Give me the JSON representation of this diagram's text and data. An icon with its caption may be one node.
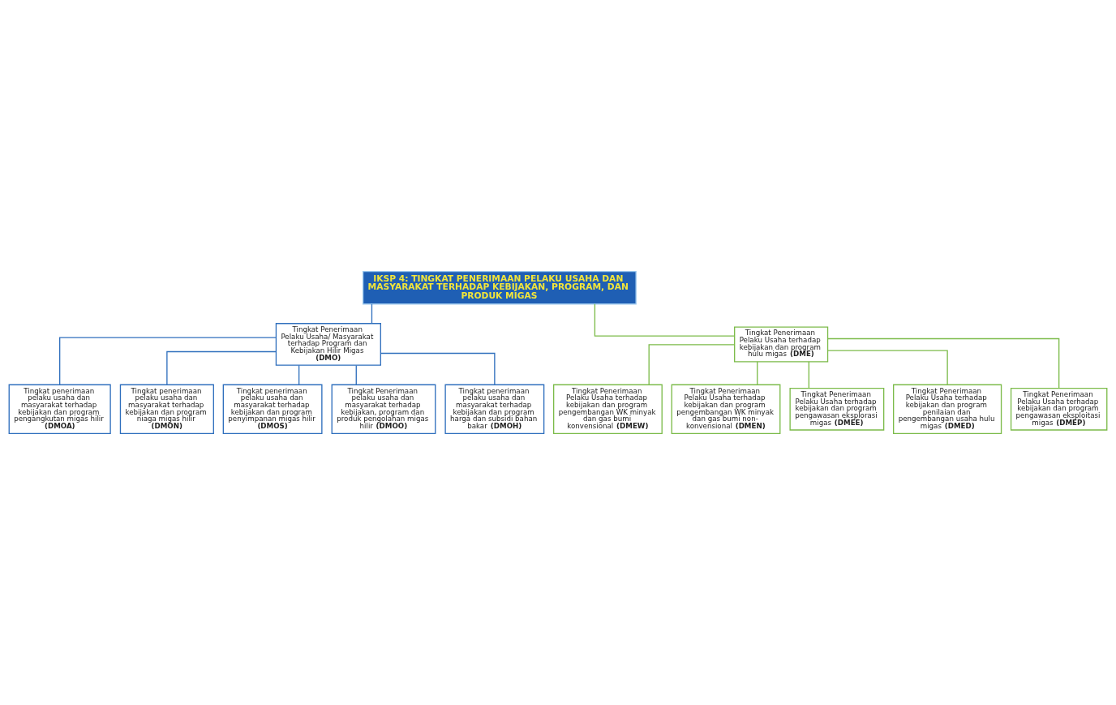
{
  "diagram": {
    "nodes": [
      {
        "text": [
          "IKSP 4: TINGKAT PENERIMAAN PELAKU USAHA DAN MASYARAKAT TERHADAP KEBIJAKAN, PROGRAM, DAN PRODUK MIGAS"
        ]
      },
      {
        "text": [
          "Tingkat Penerimaan Pelaku Usaha/ Masyarakat terhadap Program dan Kebijakan Hilir Migas **(DMO)**"
        ]
      },
      {
        "text": [
          "Tingkat Penerimaan Pelaku Usaha terhadap kebijakan dan program hulu migas **(DME)**"
        ]
      },
      {
        "text": [
          "Tingkat penerimaan pelaku usaha dan masyarakat terhadap kebijakan dan program pengangkutan migas hilir **(DMOA)**"
        ]
      },
      {
        "text": [
          "Tingkat penerimaan pelaku usaha dan masyarakat terhadap kebijakan dan program niaga migas hilir **(DMON)**"
        ]
      },
      {
        "text": [
          "Tingkat penerimaan pelaku usaha dan masyarakat terhadap kebijakan dan program penyimpanan migas hilir **(DMOS)**"
        ]
      },
      {
        "text": [
          "Tingkat Penerimaan pelaku usaha dan masyarakat terhadap kebijakan, program dan produk pengolahan migas hilir **(DMOO)**"
        ]
      },
      {
        "text": [
          "Tingkat penerimaan pelaku usaha dan masyarakat terhadap kebijakan dan program harga dan subsidi bahan bakar **(DMOH)**"
        ]
      },
      {
        "text": [
          "Tingkat Penerimaan Pelaku Usaha terhadap kebijakan dan program pengembangan WK minyak dan gas bumi konvensional **(DMEW)**"
        ]
      },
      {
        "text": [
          "Tingkat Penerimaan Pelaku Usaha terhadap kebijakan dan program pengembangan WK minyak dan gas bumi non-konvensional **(DMEN)**"
        ]
      },
      {
        "text": [
          "Tingkat Penerimaan Pelaku Usaha terhadap kebijakan dan program pengawasan eksplorasi migas **(DMEE)**"
        ]
      },
      {
        "text": [
          "Tingkat Penerimaan Pelaku Usaha terhadap kebijakan dan program penilaian dan pengembangan usaha hulu migas **(DMED)**"
        ]
      },
      {
        "text": [
          "Tingkat Penerimaan Pelaku Usaha terhadap kebijakan dan program pengawasan eksploitasi migas **(DMEP)**"
        ]
      }
    ],
    "edges": [
      {
        "from": 0,
        "to": 1,
        "arrow": "none",
        "color": "#2f6fbd"
      },
      {
        "from": 0,
        "to": 2,
        "arrow": "none",
        "color": "#7cbb4a"
      },
      {
        "from": 1,
        "to": 3,
        "arrow": "none",
        "color": "#2f6fbd"
      },
      {
        "from": 1,
        "to": 4,
        "arrow": "none",
        "color": "#2f6fbd"
      },
      {
        "from": 1,
        "to": 5,
        "arrow": "none",
        "color": "#2f6fbd"
      },
      {
        "from": 1,
        "to": 6,
        "arrow": "none",
        "color": "#2f6fbd"
      },
      {
        "from": 1,
        "to": 7,
        "arrow": "none",
        "color": "#2f6fbd"
      },
      {
        "from": 2,
        "to": 8,
        "arrow": "none",
        "color": "#7cbb4a"
      },
      {
        "from": 2,
        "to": 9,
        "arrow": "none",
        "color": "#7cbb4a"
      },
      {
        "from": 2,
        "to": 10,
        "arrow": "none",
        "color": "#7cbb4a"
      },
      {
        "from": 2,
        "to": 11,
        "arrow": "none",
        "color": "#7cbb4a"
      },
      {
        "from": 2,
        "to": 12,
        "arrow": "none",
        "color": "#7cbb4a"
      }
    ]
  }
}
